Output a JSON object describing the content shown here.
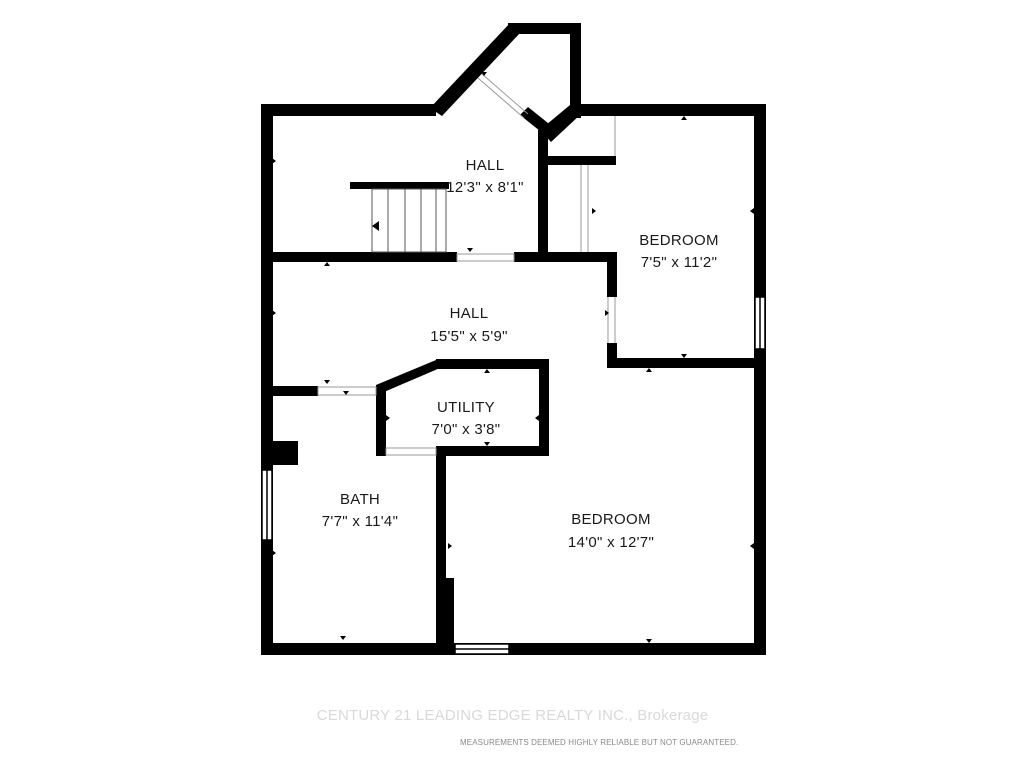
{
  "plan": {
    "rooms": [
      {
        "id": "hall-upper",
        "name": "HALL",
        "dims": "12'3\" x 8'1\""
      },
      {
        "id": "bedroom-upper",
        "name": "BEDROOM",
        "dims": "7'5\" x 11'2\""
      },
      {
        "id": "hall-middle",
        "name": "HALL",
        "dims": "15'5\" x 5'9\""
      },
      {
        "id": "utility",
        "name": "UTILITY",
        "dims": "7'0\" x 3'8\""
      },
      {
        "id": "bath",
        "name": "BATH",
        "dims": "7'7\" x 11'4\""
      },
      {
        "id": "bedroom-lower",
        "name": "BEDROOM",
        "dims": "14'0\" x 12'7\""
      }
    ],
    "wall_color": "#000000",
    "background_color": "#ffffff"
  },
  "footer": {
    "watermark": "CENTURY 21 LEADING EDGE REALTY INC., Brokerage",
    "disclaimer": "MEASUREMENTS DEEMED HIGHLY RELIABLE BUT NOT GUARANTEED."
  }
}
